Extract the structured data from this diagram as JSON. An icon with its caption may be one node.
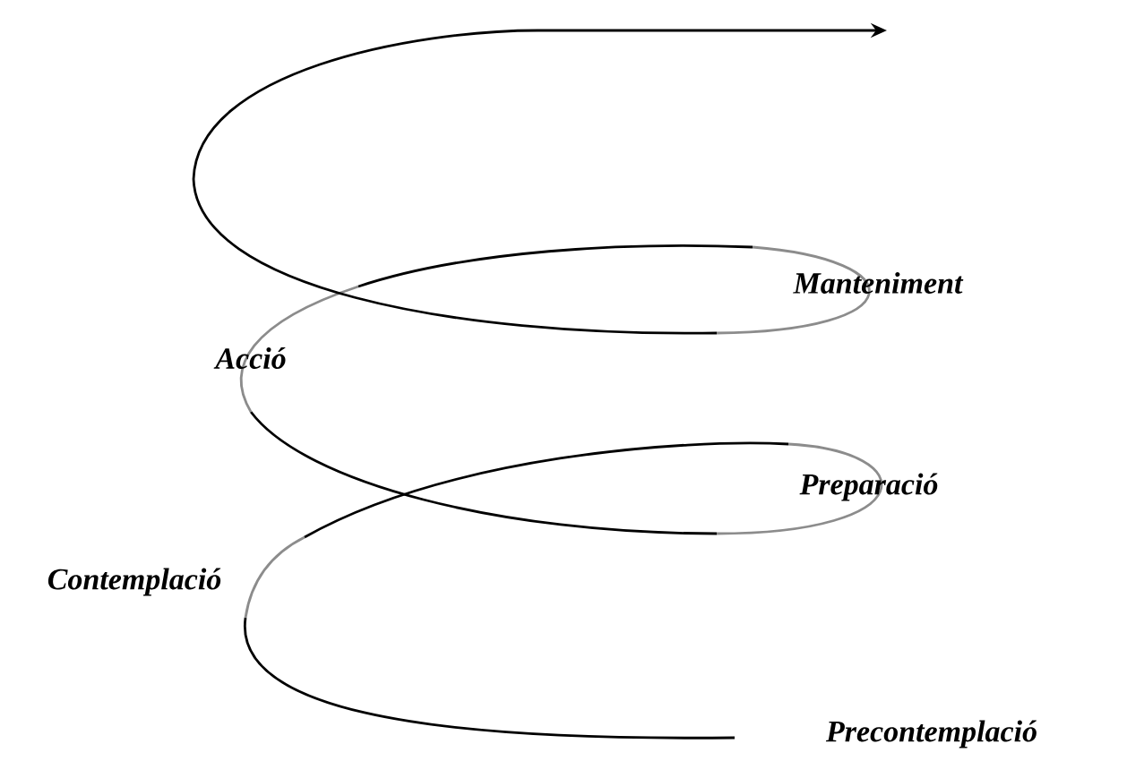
{
  "diagram": {
    "labels": [
      "Manteniment",
      "Acció",
      "Preparació",
      "Contemplació",
      "Precontemplació"
    ]
  }
}
